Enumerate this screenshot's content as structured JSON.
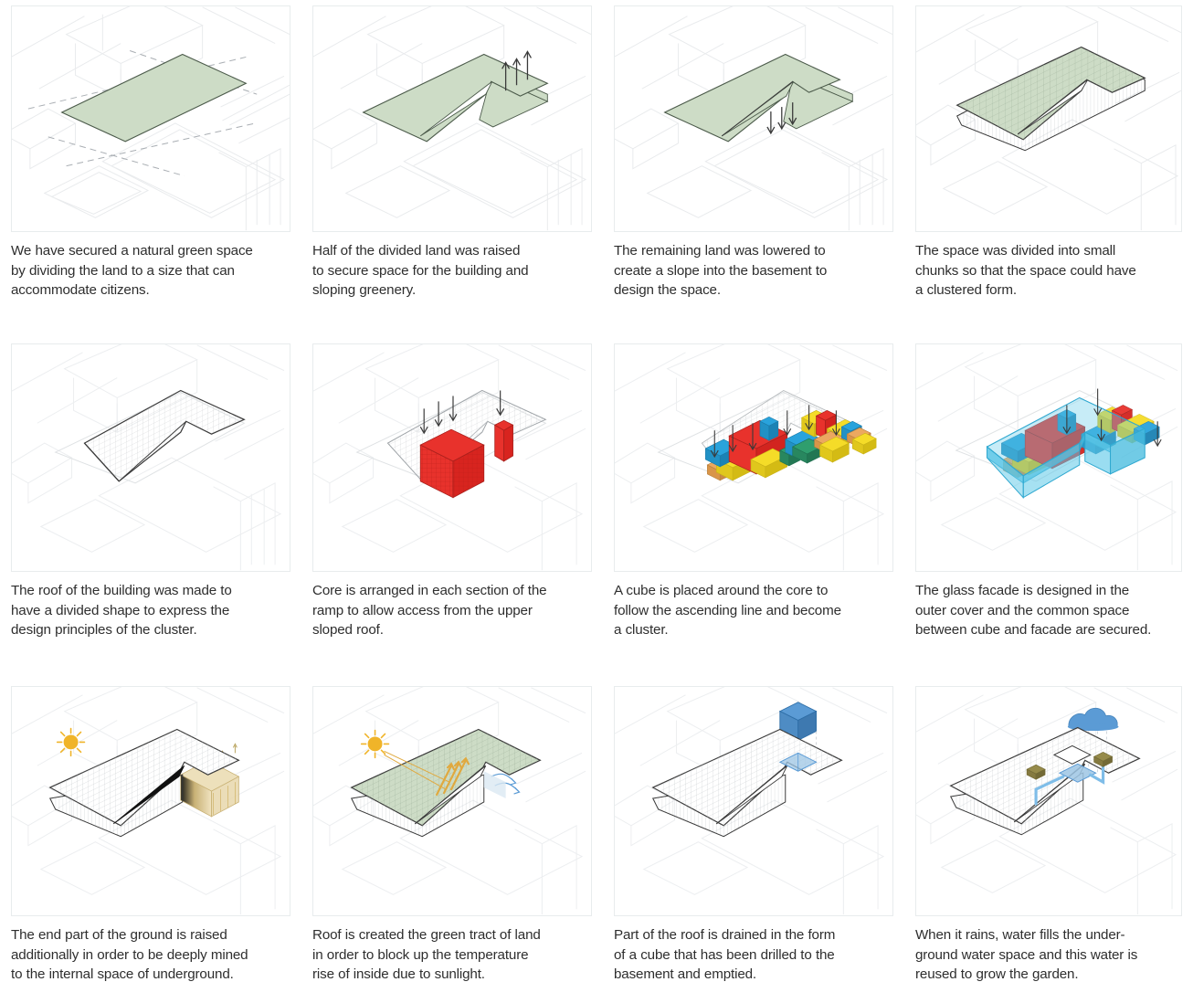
{
  "sheet": {
    "title": "Architectural Concept Diagram Sequence",
    "columns": 4,
    "rows": 3,
    "panel_count": 12
  },
  "palette": {
    "green_land": "#cddcc6",
    "green_land_stroke": "#4b5a4a",
    "outline": "#3a3a3a",
    "context_line": "#e2e4e6",
    "grid_line": "#b9c3bd",
    "red_core": "#e8322c",
    "red_core_dark": "#c32420",
    "blue_cube": "#29a3dc",
    "blue_cube_dark": "#1b82b4",
    "yellow_cube": "#f5dc28",
    "yellow_cube_dark": "#d4bb14",
    "orange_cube": "#eca860",
    "green_cube": "#2f9e6e",
    "cyan_facade": "#5cc8e8",
    "cyan_facade_dark": "#2fa8d0",
    "sun": "#f0b429",
    "sun_ray": "#e0a93f",
    "cloud": "#5b9bd5",
    "water": "#7fbde8",
    "earth_tan": "#e8d8a8",
    "earth_dark": "#111111",
    "tree": "#968b4a",
    "panel_border": "#e8eced",
    "caption_text": "#2e2e2e",
    "arrow": "#3a3a3a"
  },
  "panels": [
    {
      "index": 1,
      "id": "panel-land-division",
      "figure_name": "green-land-plate-diagram",
      "icons": [
        "dashed-grid-axes-icon"
      ],
      "caption_lines": [
        "We have secured a natural green space",
        "by dividing the land to a size that can",
        "accommodate citizens."
      ],
      "caption": "We have secured a natural green space by dividing the land to a size that can accommodate citizens."
    },
    {
      "index": 2,
      "id": "panel-land-raised",
      "figure_name": "raised-half-land-diagram",
      "icons": [
        "up-arrow-icon",
        "up-arrow-icon",
        "up-arrow-icon"
      ],
      "caption_lines": [
        "Half of the divided land was raised",
        "to secure space for the building and",
        "sloping greenery."
      ],
      "caption": "Half of the divided land was raised to secure space for the building and sloping greenery."
    },
    {
      "index": 3,
      "id": "panel-land-lowered",
      "figure_name": "lowered-slope-land-diagram",
      "icons": [
        "down-arrow-icon",
        "down-arrow-icon",
        "down-arrow-icon"
      ],
      "caption_lines": [
        "The remaining land was lowered to",
        "create a slope into the basement to",
        "design the space."
      ],
      "caption": "The remaining land was lowered to create a slope into the basement to design the space."
    },
    {
      "index": 4,
      "id": "panel-space-chunked",
      "figure_name": "clustered-chunk-mass-diagram",
      "icons": [],
      "caption_lines": [
        "The space was divided into small",
        "chunks so that the space could have",
        "a clustered form."
      ],
      "caption": "The space was divided into small chunks so that the space could have a clustered form."
    },
    {
      "index": 5,
      "id": "panel-roof-divided",
      "figure_name": "divided-roof-outline-diagram",
      "icons": [],
      "caption_lines": [
        "The roof of the building was made to",
        "have a divided shape to express the",
        "design principles of the cluster."
      ],
      "caption": "The roof of the building was made to have a divided shape to express the design principles of the cluster."
    },
    {
      "index": 6,
      "id": "panel-core-arranged",
      "figure_name": "red-core-placement-diagram",
      "icons": [
        "down-arrow-icon",
        "down-arrow-icon",
        "down-arrow-icon",
        "down-arrow-icon"
      ],
      "caption_lines": [
        "Core is arranged in each section of the",
        "ramp to allow access from the upper",
        "sloped roof."
      ],
      "caption": "Core is arranged in each section of the ramp to allow access from the upper sloped roof."
    },
    {
      "index": 7,
      "id": "panel-cube-cluster",
      "figure_name": "colored-cube-cluster-diagram",
      "icons": [
        "down-arrow-icon",
        "down-arrow-icon",
        "down-arrow-icon",
        "down-arrow-icon",
        "down-arrow-icon"
      ],
      "caption_lines": [
        "A cube is placed around the core to",
        "follow the ascending line and become",
        "a cluster."
      ],
      "caption": "A cube is placed around the core to follow the ascending line and become a cluster."
    },
    {
      "index": 8,
      "id": "panel-glass-facade",
      "figure_name": "cyan-glass-facade-diagram",
      "icons": [
        "down-arrow-icon",
        "down-arrow-icon",
        "down-arrow-icon",
        "down-arrow-icon"
      ],
      "caption_lines": [
        "The glass facade is designed in the",
        "outer cover and the common space",
        "between cube and facade are secured."
      ],
      "caption": "The glass facade is designed in the outer cover and the common space between cube and facade are secured."
    },
    {
      "index": 9,
      "id": "panel-ground-raised-end",
      "figure_name": "underground-mining-diagram",
      "icons": [
        "sun-icon",
        "tree-icon"
      ],
      "caption_lines": [
        "The end part of the ground is raised",
        "additionally in order to be deeply mined",
        "to the internal space of underground."
      ],
      "caption": "The end part of the ground is raised additionally in order to be deeply mined to the internal space of underground."
    },
    {
      "index": 10,
      "id": "panel-green-roof",
      "figure_name": "green-roof-insulation-diagram",
      "icons": [
        "sun-icon",
        "sun-ray-icon",
        "airflow-arrow-icon"
      ],
      "caption_lines": [
        "Roof is created the green tract of land",
        "in order to block up the temperature",
        "rise of inside due to sunlight."
      ],
      "caption": "Roof is created the green tract of land in order to block up the temperature rise of inside due to sunlight."
    },
    {
      "index": 11,
      "id": "panel-roof-drain-cube",
      "figure_name": "drilled-cube-drain-diagram",
      "icons": [
        "blue-cube-icon",
        "dotted-drop-line-icon"
      ],
      "caption_lines": [
        "Part of the roof is drained in the form",
        "of a cube that has been drilled to the",
        "basement and emptied."
      ],
      "caption": "Part of the roof is drained in the form of a cube that has been drilled to the basement and emptied."
    },
    {
      "index": 12,
      "id": "panel-rainwater-reuse",
      "figure_name": "rainwater-harvesting-diagram",
      "icons": [
        "cloud-icon",
        "rain-dotted-line-icon",
        "tree-icon",
        "tree-icon",
        "water-pool-icon"
      ],
      "caption_lines": [
        "When it rains, water fills the under-",
        "ground water space and this water is",
        "reused to grow the garden."
      ],
      "caption": "When it rains, water fills the underground water space and this water is reused to grow the garden."
    }
  ]
}
